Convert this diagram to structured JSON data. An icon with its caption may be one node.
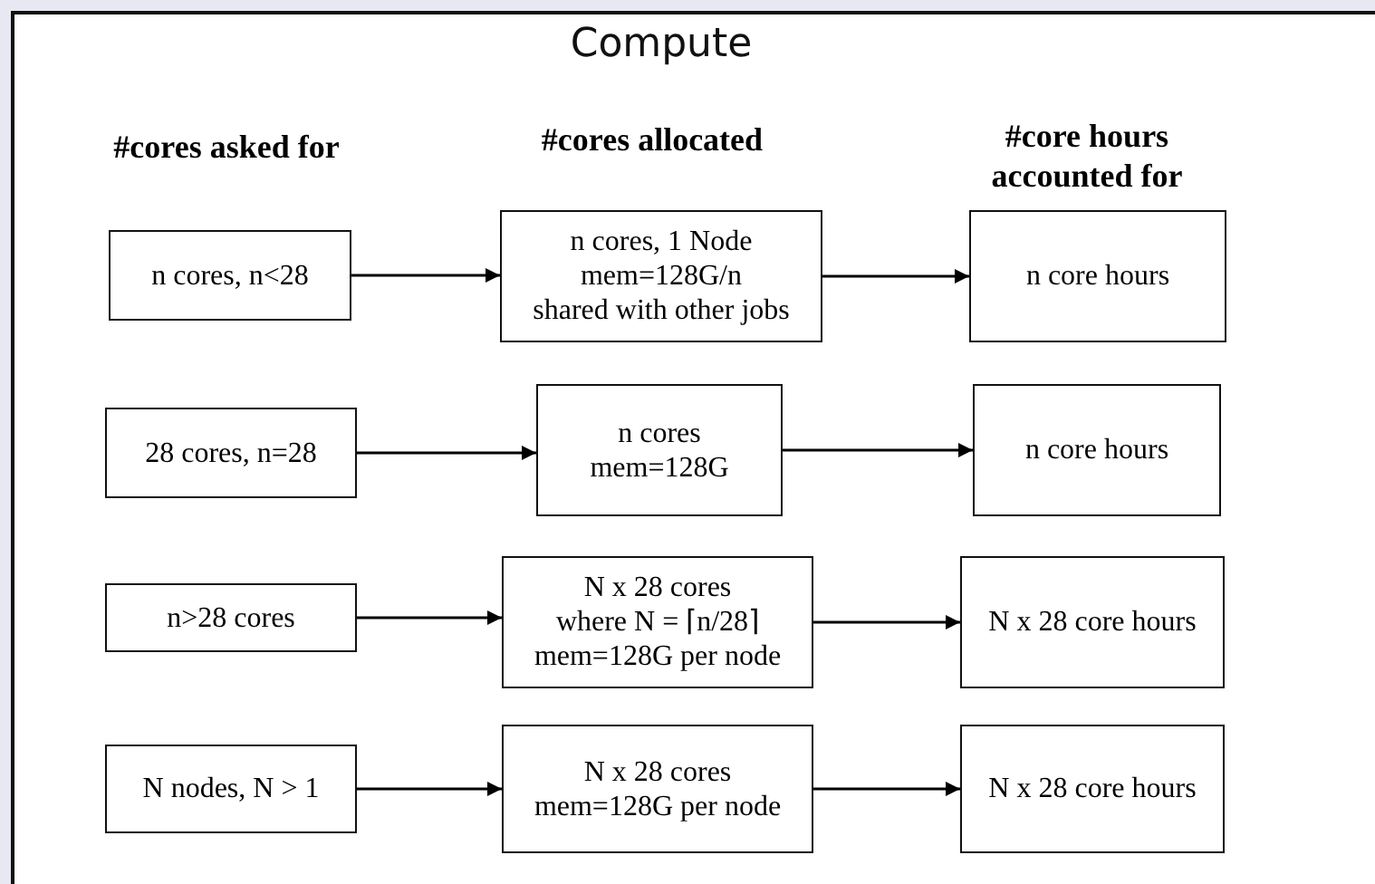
{
  "diagram": {
    "title": "Compute",
    "nodes": [
      {
        "text": [
          "n cores, n<28"
        ]
      },
      {
        "text": [
          "n cores, 1 Node",
          "mem=128G/n",
          "shared with other jobs"
        ]
      },
      {
        "text": [
          "n core hours"
        ]
      },
      {
        "text": [
          "28 cores, n=28"
        ]
      },
      {
        "text": [
          "n cores",
          "mem=128G"
        ]
      },
      {
        "text": [
          "n core hours"
        ]
      },
      {
        "text": [
          "n>28 cores"
        ]
      },
      {
        "text": [
          "N x 28 cores",
          "where N = ⌈n/28⌉",
          "mem=128G per node"
        ]
      },
      {
        "text": [
          "N x 28 core hours"
        ]
      },
      {
        "text": [
          "N nodes, N > 1"
        ]
      },
      {
        "text": [
          "N x 28 cores",
          "mem=128G per node"
        ]
      },
      {
        "text": [
          "N x 28 core hours"
        ]
      }
    ],
    "edges": [
      {
        "from": 0,
        "to": 1,
        "arrow": "to"
      },
      {
        "from": 1,
        "to": 2,
        "arrow": "to"
      },
      {
        "from": 3,
        "to": 4,
        "arrow": "to"
      },
      {
        "from": 4,
        "to": 5,
        "arrow": "to"
      },
      {
        "from": 6,
        "to": 7,
        "arrow": "to"
      },
      {
        "from": 7,
        "to": 8,
        "arrow": "to"
      },
      {
        "from": 9,
        "to": 10,
        "arrow": "to"
      },
      {
        "from": 10,
        "to": 11,
        "arrow": "to"
      }
    ],
    "labels": [
      "#cores asked for",
      "#cores allocated",
      "#core hours accounted for"
    ]
  }
}
